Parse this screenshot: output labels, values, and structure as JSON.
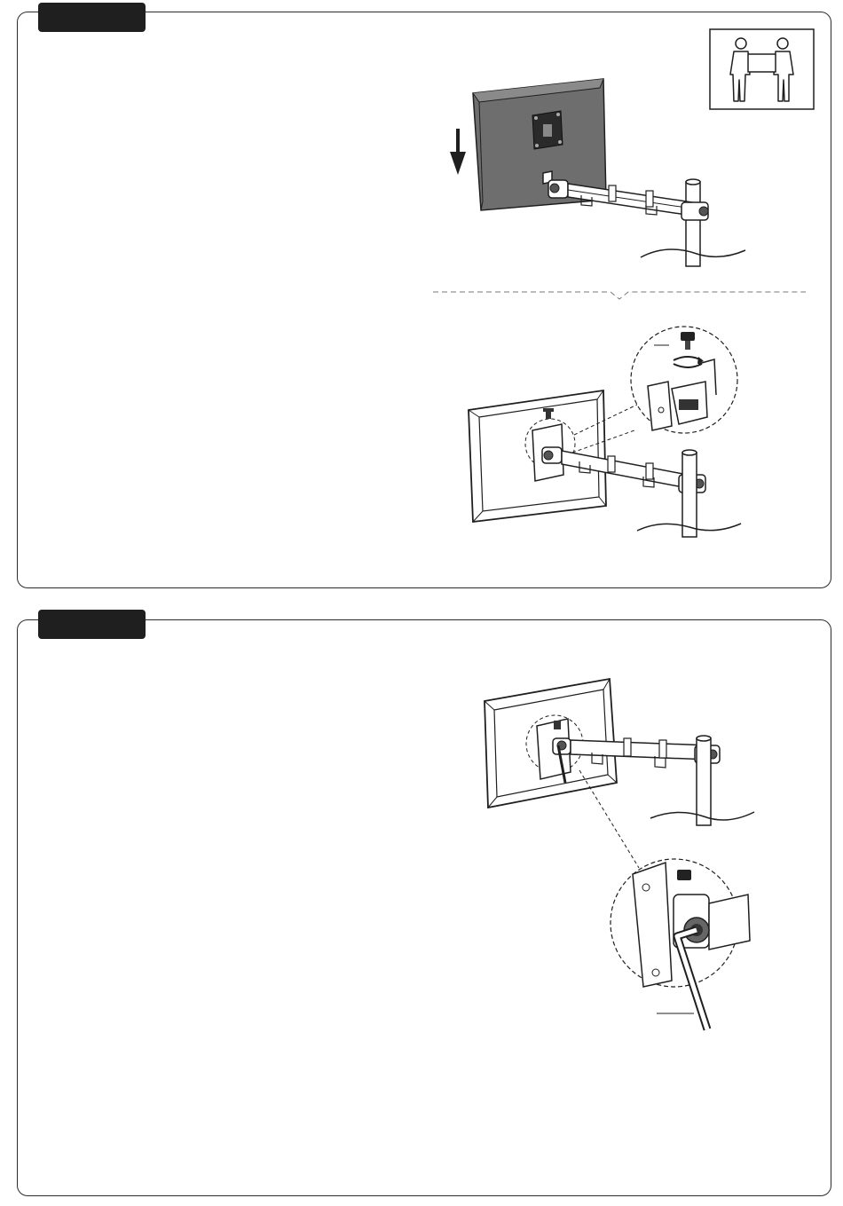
{
  "page": {
    "background": "#ffffff",
    "ink": "#1f1f1f",
    "monitor_fill": "#6e6e6e"
  },
  "panels": [
    {
      "step_label": "",
      "instructions": [],
      "icons": [
        "two-person-lift-icon",
        "down-arrow-icon"
      ],
      "figures": [
        "monitor-lowered-onto-arm",
        "tighten-locking-screw-detail"
      ]
    },
    {
      "step_label": "",
      "instructions": [],
      "icons": [
        "hex-key-icon"
      ],
      "figures": [
        "adjust-tilt-tension-with-hex-key"
      ]
    }
  ]
}
